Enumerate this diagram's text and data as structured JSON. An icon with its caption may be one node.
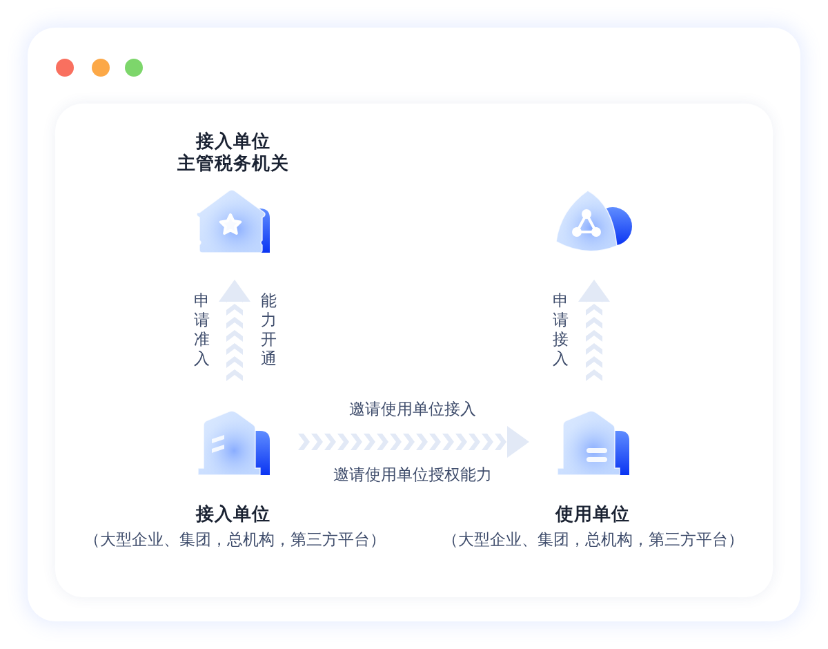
{
  "diagram": {
    "nodes": [
      {
        "text": [
          "接入单位",
          "主管税务机关"
        ]
      },
      {
        "text": [],
        "shape": "picture"
      },
      {
        "text": [
          "接入单位"
        ],
        "beside": [
          "（大型企业、集团，总机构，第三方平台）"
        ]
      },
      {
        "text": [
          "使用单位"
        ],
        "beside": [
          "（大型企业、集团，总机构，第三方平台）"
        ]
      }
    ],
    "edges": [
      {
        "from": 2,
        "to": 0,
        "arrow": "to",
        "label": "申请准入"
      },
      {
        "from": 2,
        "to": 3,
        "arrow": "to",
        "label": "邀请使用单位接入"
      },
      {
        "from": 3,
        "to": 1,
        "arrow": "to",
        "label": "申请接入"
      }
    ],
    "labels": [
      "能力开通",
      "邀请使用单位授权能力"
    ]
  }
}
